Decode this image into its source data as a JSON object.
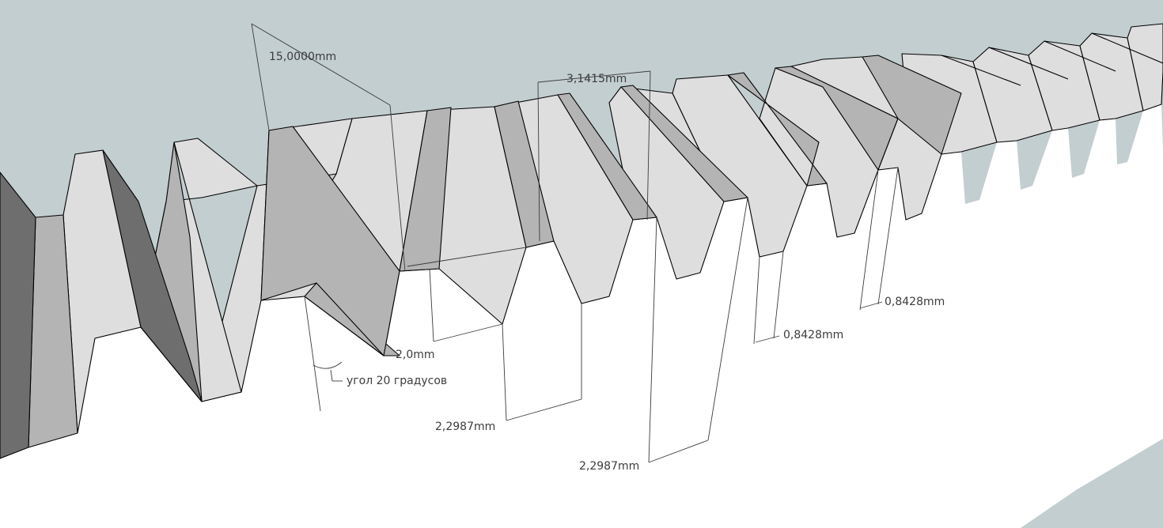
{
  "colors": {
    "sky": "#c3ced0",
    "ground": "#c3ced0",
    "flank_light": "#dedede",
    "flank_mid": "#b4b4b4",
    "flank_dark": "#6e6e6e",
    "end_face": "#ffffff",
    "dimension_line": "#3c3c3c"
  },
  "dimensions": {
    "width": "15,0000mm",
    "pitch": "3,1415mm",
    "tooth_height": "2,0mm",
    "angle_note": "угол 20 градусов",
    "tooth_thickness_a": "2,2987mm",
    "tooth_thickness_b": "2,2987mm",
    "root_width_a": "0,8428mm",
    "root_width_b": "0,8428mm"
  }
}
